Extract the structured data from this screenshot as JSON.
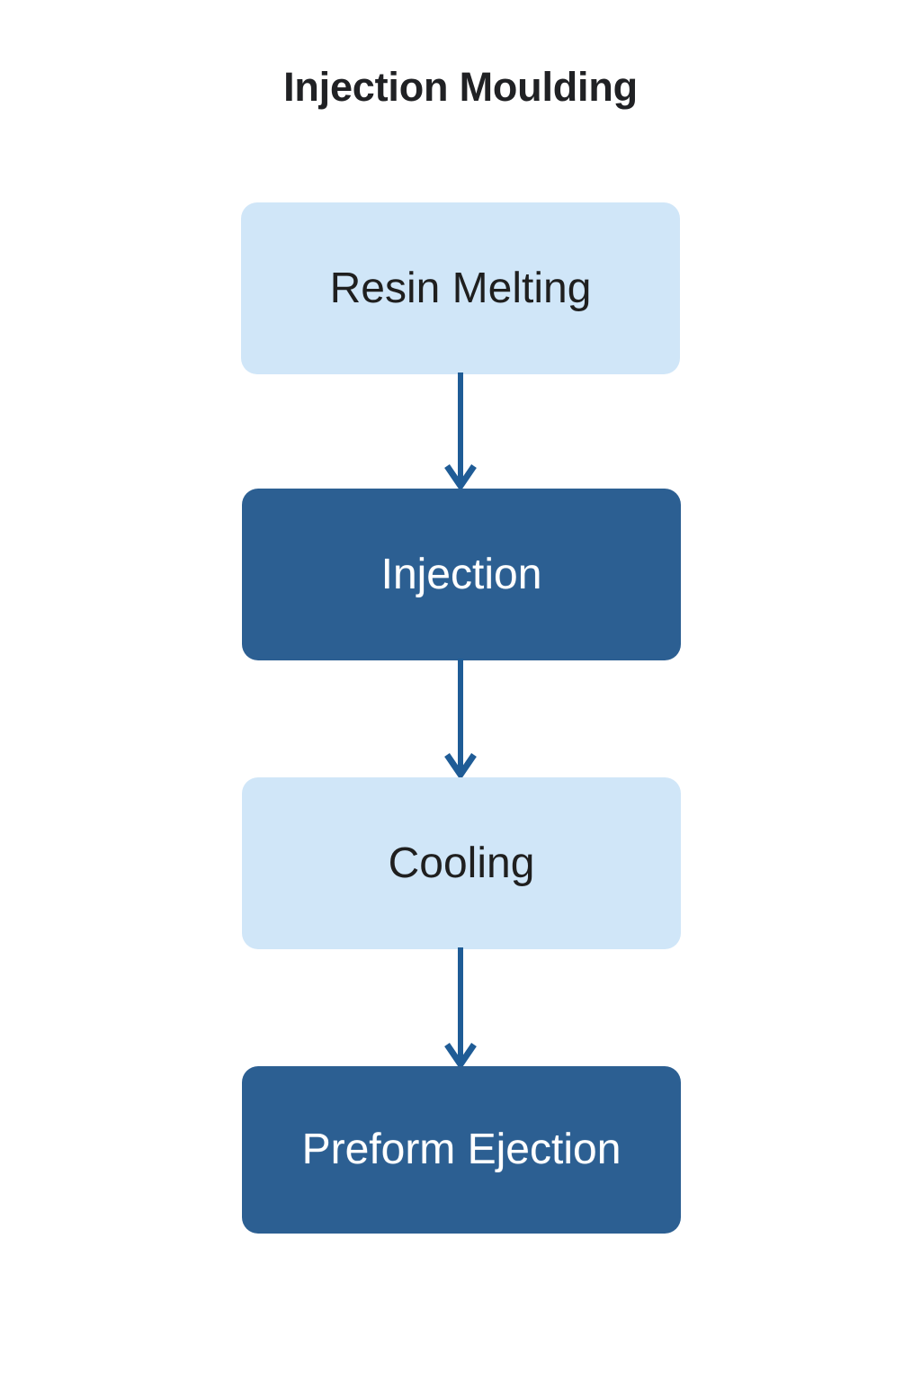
{
  "title": "Injection Moulding",
  "diagram": {
    "type": "flowchart",
    "orientation": "vertical",
    "colors": {
      "background": "#ffffff",
      "title_text": "#202124",
      "node_light_fill": "#d0e6f8",
      "node_light_text": "#1f1f1f",
      "node_dark_fill": "#2c5f92",
      "node_dark_text": "#ffffff",
      "connector": "#1f5c96"
    },
    "nodes": [
      {
        "id": "resin-melting",
        "label": "Resin Melting",
        "style": "light"
      },
      {
        "id": "injection",
        "label": "Injection",
        "style": "dark"
      },
      {
        "id": "cooling",
        "label": "Cooling",
        "style": "light"
      },
      {
        "id": "preform-ejection",
        "label": "Preform Ejection",
        "style": "dark"
      }
    ],
    "connectors": [
      {
        "id": "arrow-1",
        "from": "resin-melting",
        "to": "injection",
        "direction": "down",
        "icon": "arrow-down-icon"
      },
      {
        "id": "arrow-2",
        "from": "injection",
        "to": "cooling",
        "direction": "down",
        "icon": "arrow-down-icon"
      },
      {
        "id": "arrow-3",
        "from": "cooling",
        "to": "preform-ejection",
        "direction": "down",
        "icon": "arrow-down-icon"
      }
    ]
  }
}
